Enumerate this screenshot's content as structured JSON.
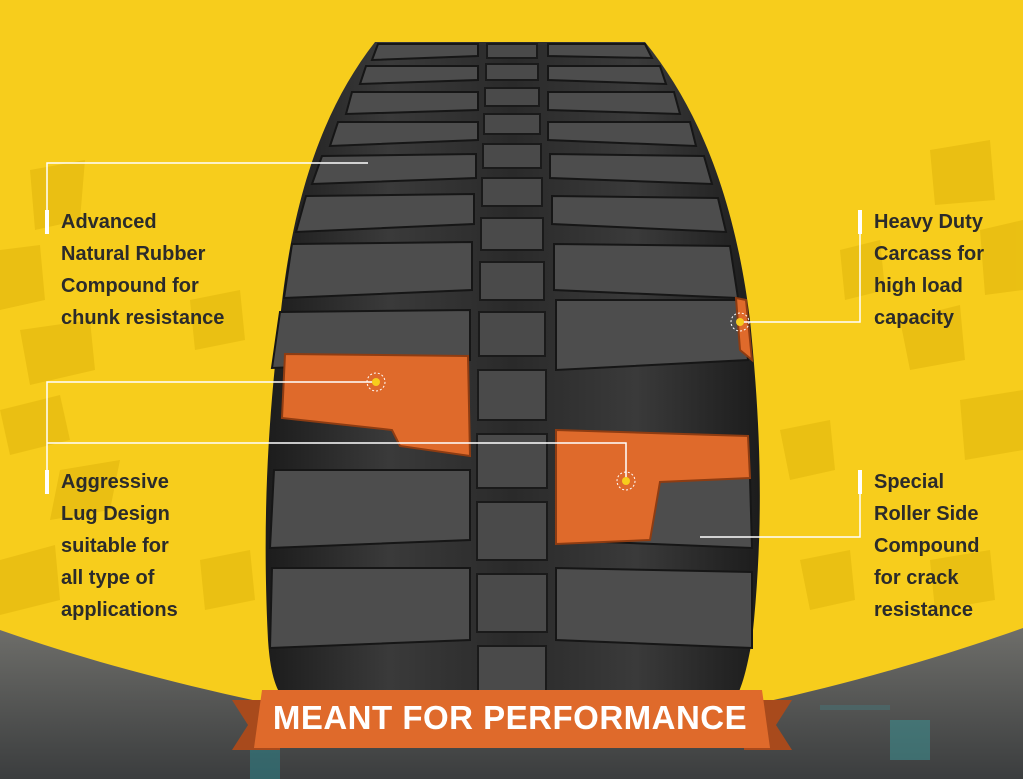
{
  "colors": {
    "background": "#f7cd1c",
    "accent_orange": "#df6a2b",
    "track_dark": "#2a2a2a",
    "text_dark": "#2b2b2b",
    "leader_line": "#ffffff",
    "marker": "#f7cd1c"
  },
  "callouts": {
    "natural_rubber": {
      "lines": [
        "Advanced",
        "Natural Rubber",
        "Compound for",
        "chunk resistance"
      ]
    },
    "heavy_duty": {
      "lines": [
        "Heavy Duty",
        "Carcass for",
        "high load",
        "capacity"
      ]
    },
    "lug_design": {
      "lines": [
        "Aggressive",
        "Lug Design",
        "suitable for",
        "all type of",
        "applications"
      ]
    },
    "roller_side": {
      "lines": [
        "Special",
        "Roller Side",
        "Compound",
        "for crack",
        "resistance"
      ]
    }
  },
  "banner": {
    "label": "MEANT FOR PERFORMANCE"
  }
}
